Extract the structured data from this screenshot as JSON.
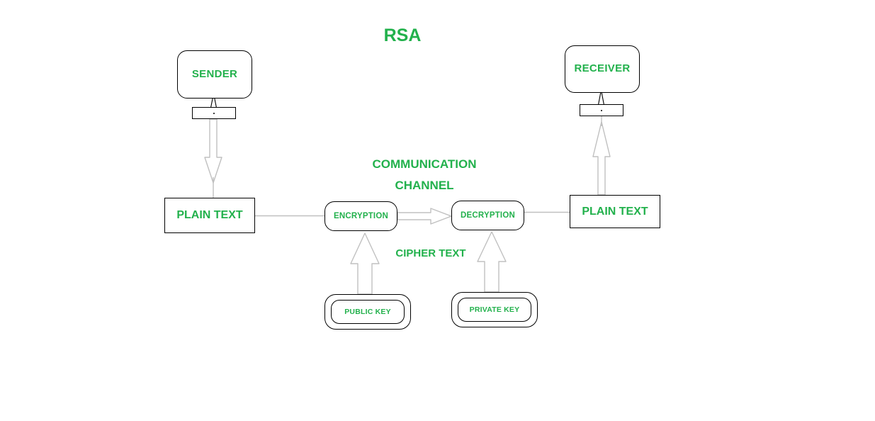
{
  "diagram": {
    "title": "RSA",
    "colors": {
      "accent_green": "#22b14c",
      "outline_black": "#000000",
      "connector_gray": "#c0c0c0",
      "background": "#ffffff"
    },
    "nodes": {
      "sender": "SENDER",
      "receiver": "RECEIVER",
      "plaintext_left": "PLAIN TEXT",
      "plaintext_right": "PLAIN TEXT",
      "encryption": "ENCRYPTION",
      "decryption": "DECRYPTION",
      "public_key": "PUBLIC KEY",
      "private_key": "PRIVATE KEY"
    },
    "labels": {
      "communication_line1": "COMMUNICATION",
      "communication_line2": "CHANNEL",
      "cipher_text": "CIPHER TEXT"
    },
    "icons": {
      "sender_device": "device-icon",
      "receiver_device": "device-icon",
      "arrow_sender_up": "arrow-up-icon",
      "arrow_plaintext_down": "arrow-down-icon",
      "arrow_cipher_right": "arrow-right-icon",
      "arrow_publickey_up": "arrow-up-icon",
      "arrow_privatekey_up": "arrow-up-icon",
      "arrow_receiver_up": "arrow-up-icon",
      "arrow_plaintext_right_up": "arrow-up-icon"
    }
  }
}
